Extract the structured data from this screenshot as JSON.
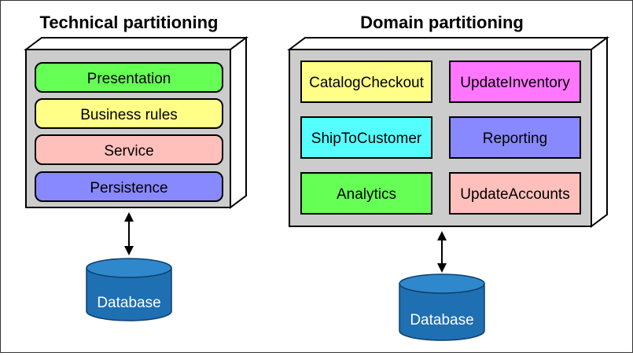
{
  "technical": {
    "title": "Technical partitioning",
    "layers": [
      {
        "label": "Presentation",
        "color": "#66ff55"
      },
      {
        "label": "Business rules",
        "color": "#ffff88"
      },
      {
        "label": "Service",
        "color": "#ffc0bc"
      },
      {
        "label": "Persistence",
        "color": "#8888ff"
      }
    ],
    "database": {
      "label": "Database"
    }
  },
  "domain": {
    "title": "Domain partitioning",
    "components": [
      {
        "label": "CatalogCheckout",
        "color": "#ffff88"
      },
      {
        "label": "UpdateInventory",
        "color": "#ff77ff"
      },
      {
        "label": "ShipToCustomer",
        "color": "#55ffff"
      },
      {
        "label": "Reporting",
        "color": "#8888ff"
      },
      {
        "label": "Analytics",
        "color": "#66ff55"
      },
      {
        "label": "UpdateAccounts",
        "color": "#ffc0bc"
      }
    ],
    "database": {
      "label": "Database"
    }
  },
  "colors": {
    "container_fill": "#cccccc",
    "container_side": "#ffffff",
    "stroke": "#000000",
    "db_fill": "#1f6fb3",
    "db_top": "#2f88cc",
    "db_text": "#ffffff"
  }
}
